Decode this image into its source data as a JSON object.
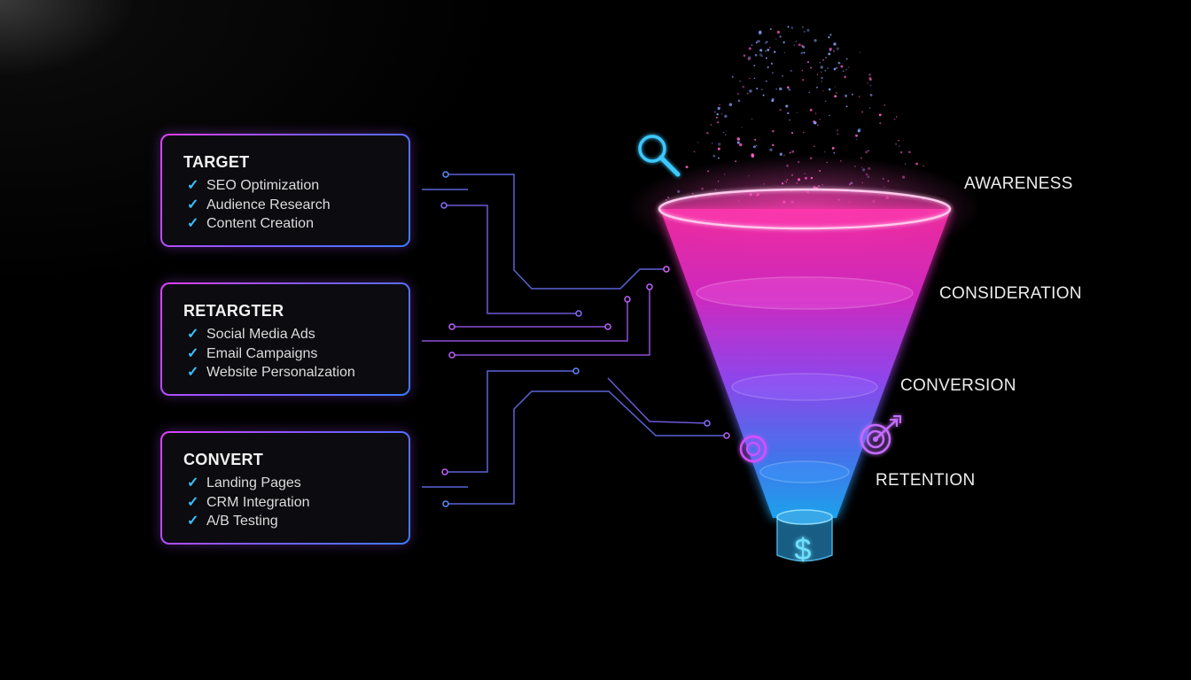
{
  "cards": [
    {
      "title": "TARGET",
      "items": [
        "SEO Optimization",
        "Audience Research",
        "Content Creation"
      ]
    },
    {
      "title": "RETARGTER",
      "items": [
        "Social Media Ads",
        "Email Campaigns",
        "Website Personalzation"
      ]
    },
    {
      "title": "CONVERT",
      "items": [
        "Landing Pages",
        "CRM Integration",
        "A/B Testing"
      ]
    }
  ],
  "check_glyph": "✓",
  "funnel": {
    "stages": [
      "AWARENESS",
      "CONSIDERATION",
      "CONVERSION",
      "RETENTION"
    ],
    "bottom_glyph": "$",
    "colors": {
      "top": "#ff2fa8",
      "middle": "#a040ff",
      "bottom": "#1fa8ff"
    }
  },
  "icons": [
    "search-icon",
    "target-icon",
    "coin-icon",
    "dollar-icon"
  ]
}
